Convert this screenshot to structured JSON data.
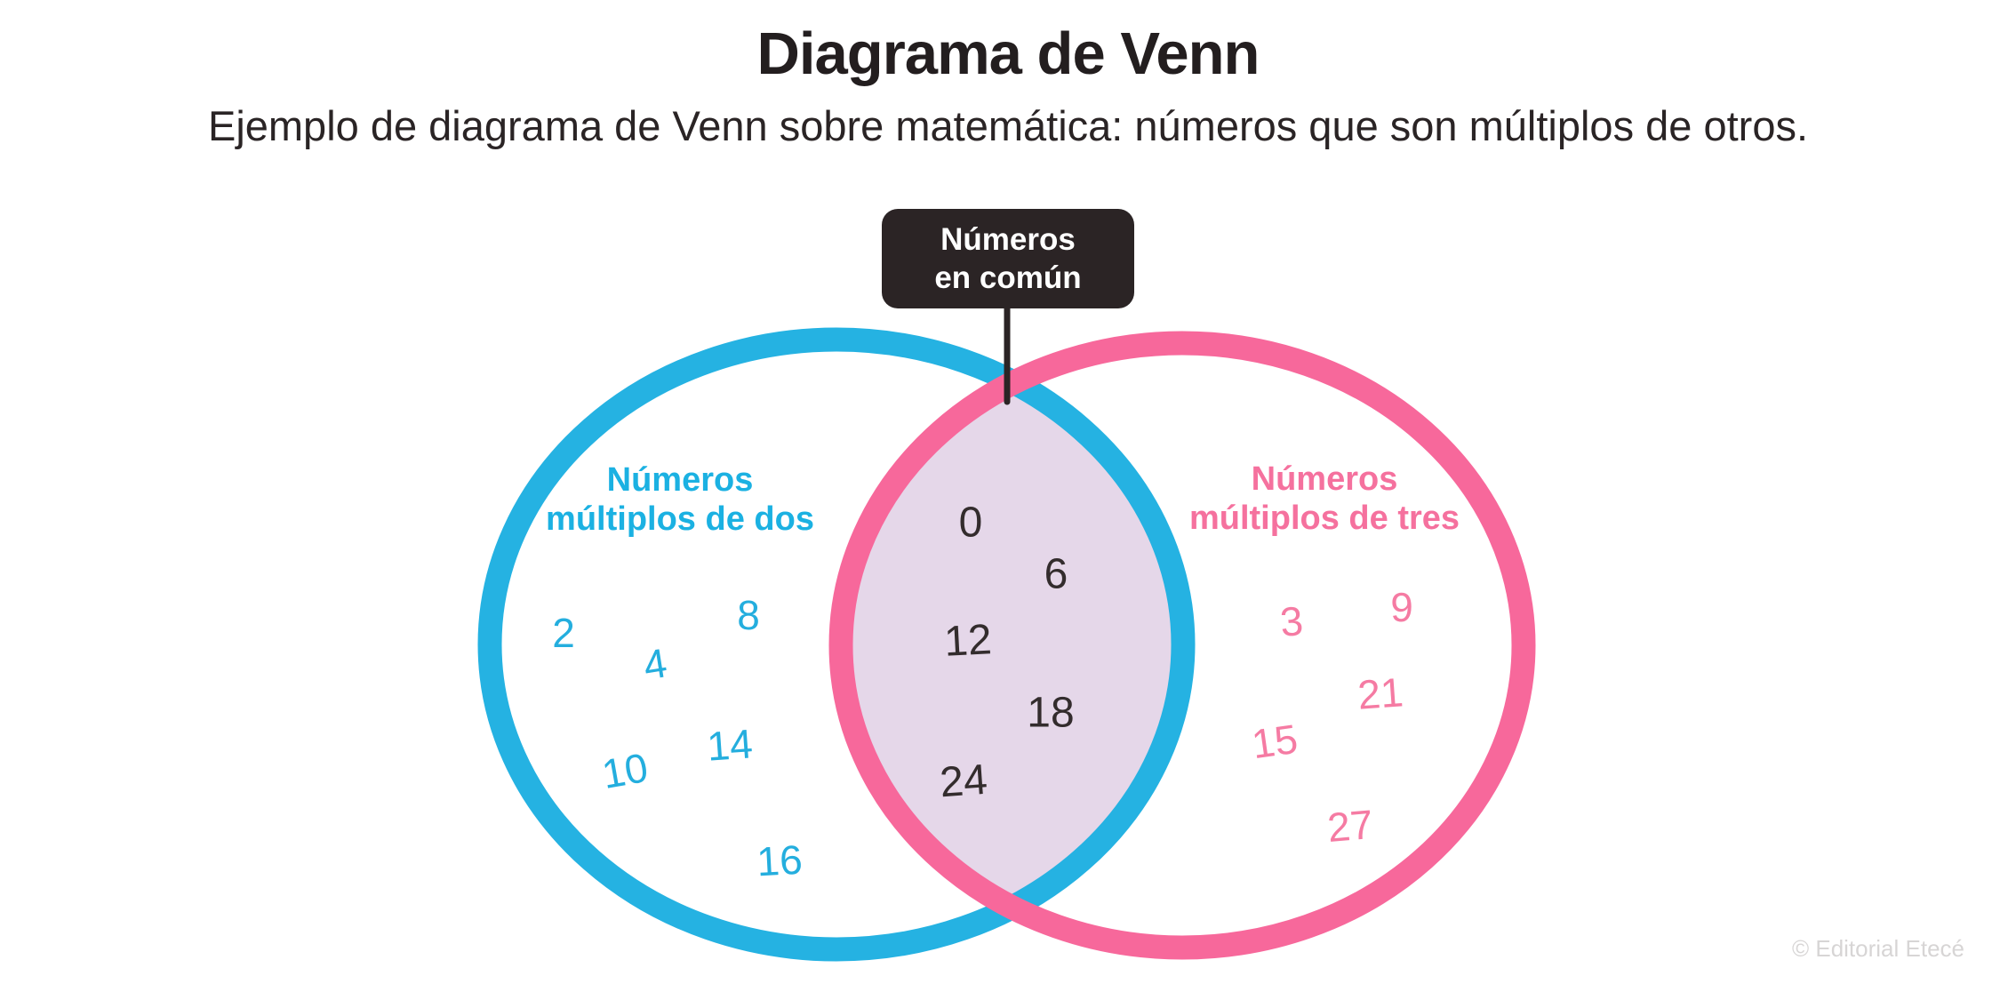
{
  "header": {
    "title": "Diagrama de Venn",
    "subtitle": "Ejemplo de diagrama de Venn sobre matemática: números que son múltiplos de otros."
  },
  "callout": {
    "line1": "Números",
    "line2": "en común"
  },
  "venn": {
    "left": {
      "label_line1": "Números",
      "label_line2": "múltiplos de dos",
      "numbers": [
        "2",
        "4",
        "8",
        "10",
        "14",
        "16"
      ]
    },
    "right": {
      "label_line1": "Números",
      "label_line2": "múltiplos de tres",
      "numbers": [
        "3",
        "9",
        "15",
        "21",
        "27"
      ]
    },
    "intersection": {
      "numbers": [
        "0",
        "6",
        "12",
        "18",
        "24"
      ]
    }
  },
  "footer": {
    "credit": "© Editorial Etecé"
  },
  "colors": {
    "blue": "#25b2e2",
    "pink": "#f7689b",
    "lavender": "#e5d7e9",
    "dark": "#2b2425",
    "title_text": "#231e1f",
    "credit_gray": "#d7d5d5"
  }
}
